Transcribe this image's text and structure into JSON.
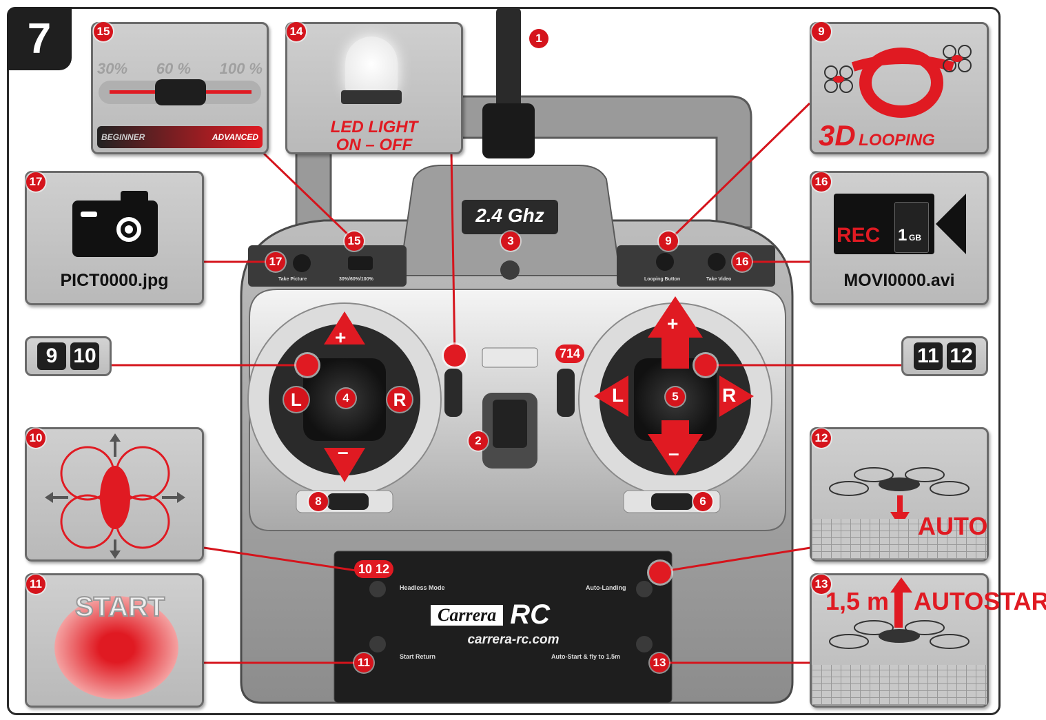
{
  "figure_number": "7",
  "speed_panel": {
    "levels": [
      "30%",
      "60 %",
      "100 %"
    ],
    "beginner": "BEGINNER",
    "advanced": "ADVANCED"
  },
  "led_panel": {
    "line1": "LED LIGHT",
    "line2": "ON – OFF"
  },
  "looping_panel": {
    "big": "3D",
    "small": "LOOPING"
  },
  "photo_panel": {
    "filename": "PICT0000.jpg"
  },
  "video_panel": {
    "rec": "REC",
    "capacity": "1",
    "unit": "GB",
    "filename": "MOVI0000.avi"
  },
  "auto_land_panel": {
    "label": "AUTO"
  },
  "auto_start_panel": {
    "height": "1,5 m",
    "label": "AUTOSTAR"
  },
  "start_panel": {
    "label": "START"
  },
  "left_keys": [
    "9",
    "10"
  ],
  "right_keys": [
    "11",
    "12"
  ],
  "frequency": "2.4 Ghz",
  "controller_buttons": {
    "take_picture": "Take Picture",
    "rate_switch": "30%/60%/100%",
    "looping_button": "Looping Button",
    "take_video": "Take Video",
    "headless_mode": "Headless Mode",
    "auto_landing": "Auto-Landing",
    "start_return": "Start Return",
    "auto_start": "Auto-Start & fly to 1.5m"
  },
  "brand": {
    "name": "Carrera",
    "rc": "RC",
    "url": "carrera-rc.com"
  },
  "stick_labels": {
    "left": "L",
    "right": "R",
    "plus": "+",
    "minus": "–"
  },
  "callouts": {
    "antenna": "1",
    "power": "2",
    "led3": "3",
    "left_stick": "4",
    "right_stick": "5",
    "trim_right": "6",
    "trim_center": "7",
    "trim_left": "8",
    "looping": "9",
    "headless": "10",
    "start": "11",
    "landing": "12",
    "autostart": "13",
    "led": "14",
    "speed": "15",
    "video": "16",
    "photo": "17"
  },
  "center_label_7_14": "714",
  "center_label_10_12": "10 12",
  "colors": {
    "accent_red": "#e01a22",
    "panel_gray": "#c4c4c4",
    "dark": "#1f1f1f"
  }
}
